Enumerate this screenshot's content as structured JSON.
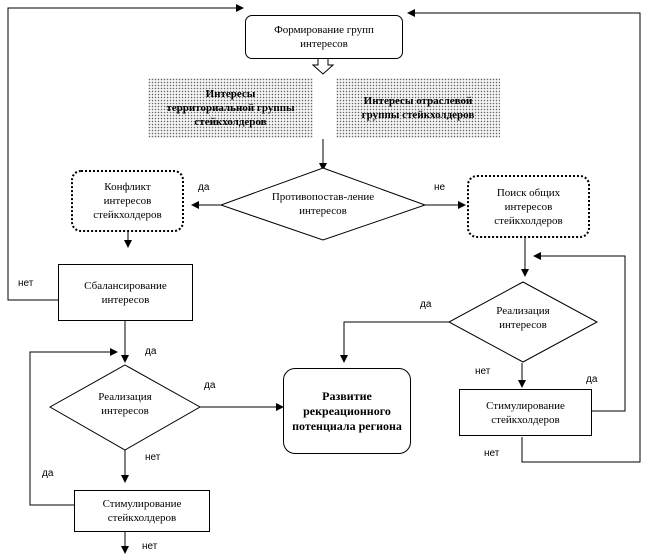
{
  "nodes": {
    "formation": "Формирование групп интересов",
    "territorial": "Интересы территориальной группы стейкхолдеров",
    "sectoral": "Интересы отраслевой группы стейкхолдеров",
    "opposition": "Противопостав-ление интересов",
    "conflict": "Конфликт интересов стейкхолдеров",
    "search": "Поиск общих интересов стейкхолдеров",
    "balancing": "Сбалансирование интересов",
    "realization_left": "Реализация интересов",
    "realization_right": "Реализация интересов",
    "development": "Развитие рекреационного потенциала региона",
    "stimulation_right": "Стимулирование стейкхолдеров",
    "stimulation_left": "Стимулирование стейкхолдеров"
  },
  "labels": {
    "yes_conflict": "да",
    "no_search": "не",
    "no_outer_left": "нет",
    "yes_left_top": "да",
    "yes_left_dev": "да",
    "no_left_bottom": "нет",
    "yes_left_loop": "да",
    "no_bottom": "нет",
    "yes_right_dev": "да",
    "no_right": "нет",
    "yes_right_loop": "да",
    "no_right_bottom": "нет"
  }
}
